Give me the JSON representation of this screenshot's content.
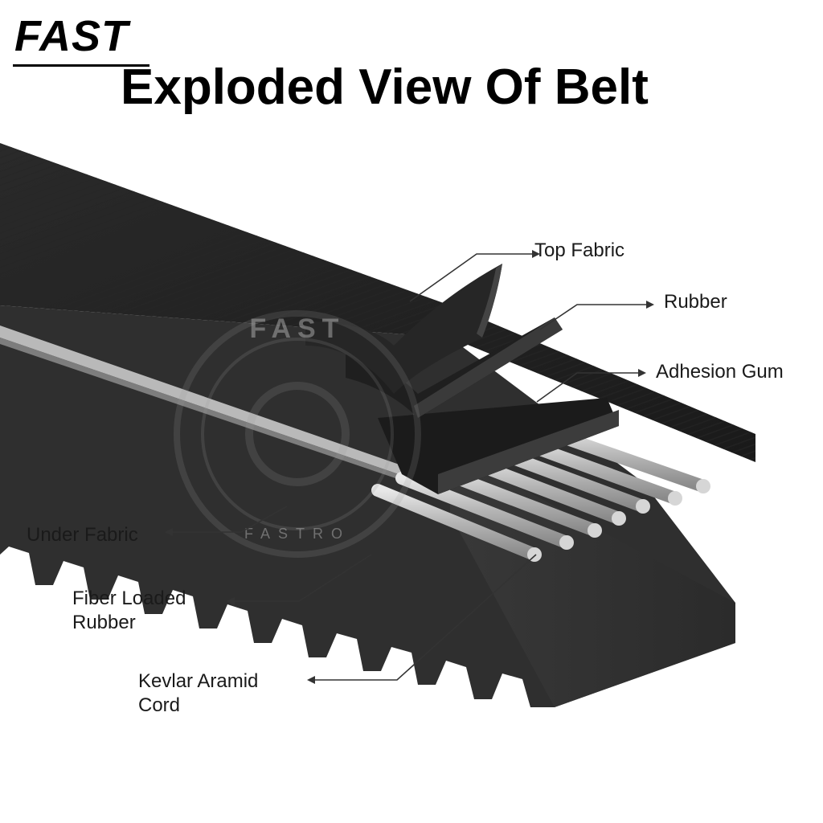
{
  "brand": {
    "name": "FAST"
  },
  "title": "Exploded View Of Belt",
  "watermark": {
    "text": "FAST",
    "subtext": "FASTRO"
  },
  "labels": {
    "top_fabric": "Top Fabric",
    "rubber": "Rubber",
    "adhesion_gum": "Adhesion Gum",
    "under_fabric": "Under Fabric",
    "fiber_loaded_rubber_line1": "Fiber Loaded",
    "fiber_loaded_rubber_line2": "Rubber",
    "kevlar_line1": "Kevlar Aramid",
    "kevlar_line2": "Cord"
  },
  "colors": {
    "belt_dark": "#1e1e1e",
    "belt_mid": "#2e2e2e",
    "belt_edge": "#3a3a3a",
    "cord": "#c9c9c9",
    "leader": "#333333"
  }
}
